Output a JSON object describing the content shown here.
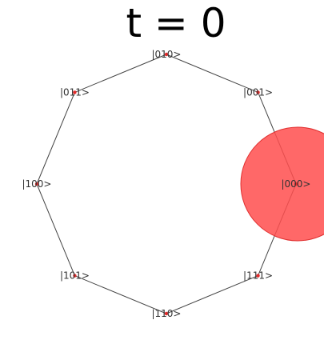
{
  "title": "t = 0",
  "colors": {
    "edge": "#444444",
    "marker": "#e32b2b",
    "amplitude": "#ff4d4d",
    "amplitude_stroke": "#e03030",
    "label": "#333333"
  },
  "states": [
    {
      "label": "|000>",
      "amplitude": 1.0
    },
    {
      "label": "|001>",
      "amplitude": 0.0
    },
    {
      "label": "|010>",
      "amplitude": 0.0
    },
    {
      "label": "|011>",
      "amplitude": 0.0
    },
    {
      "label": "|100>",
      "amplitude": 0.0
    },
    {
      "label": "|101>",
      "amplitude": 0.0
    },
    {
      "label": "|110>",
      "amplitude": 0.0
    },
    {
      "label": "|111>",
      "amplitude": 0.0
    }
  ]
}
